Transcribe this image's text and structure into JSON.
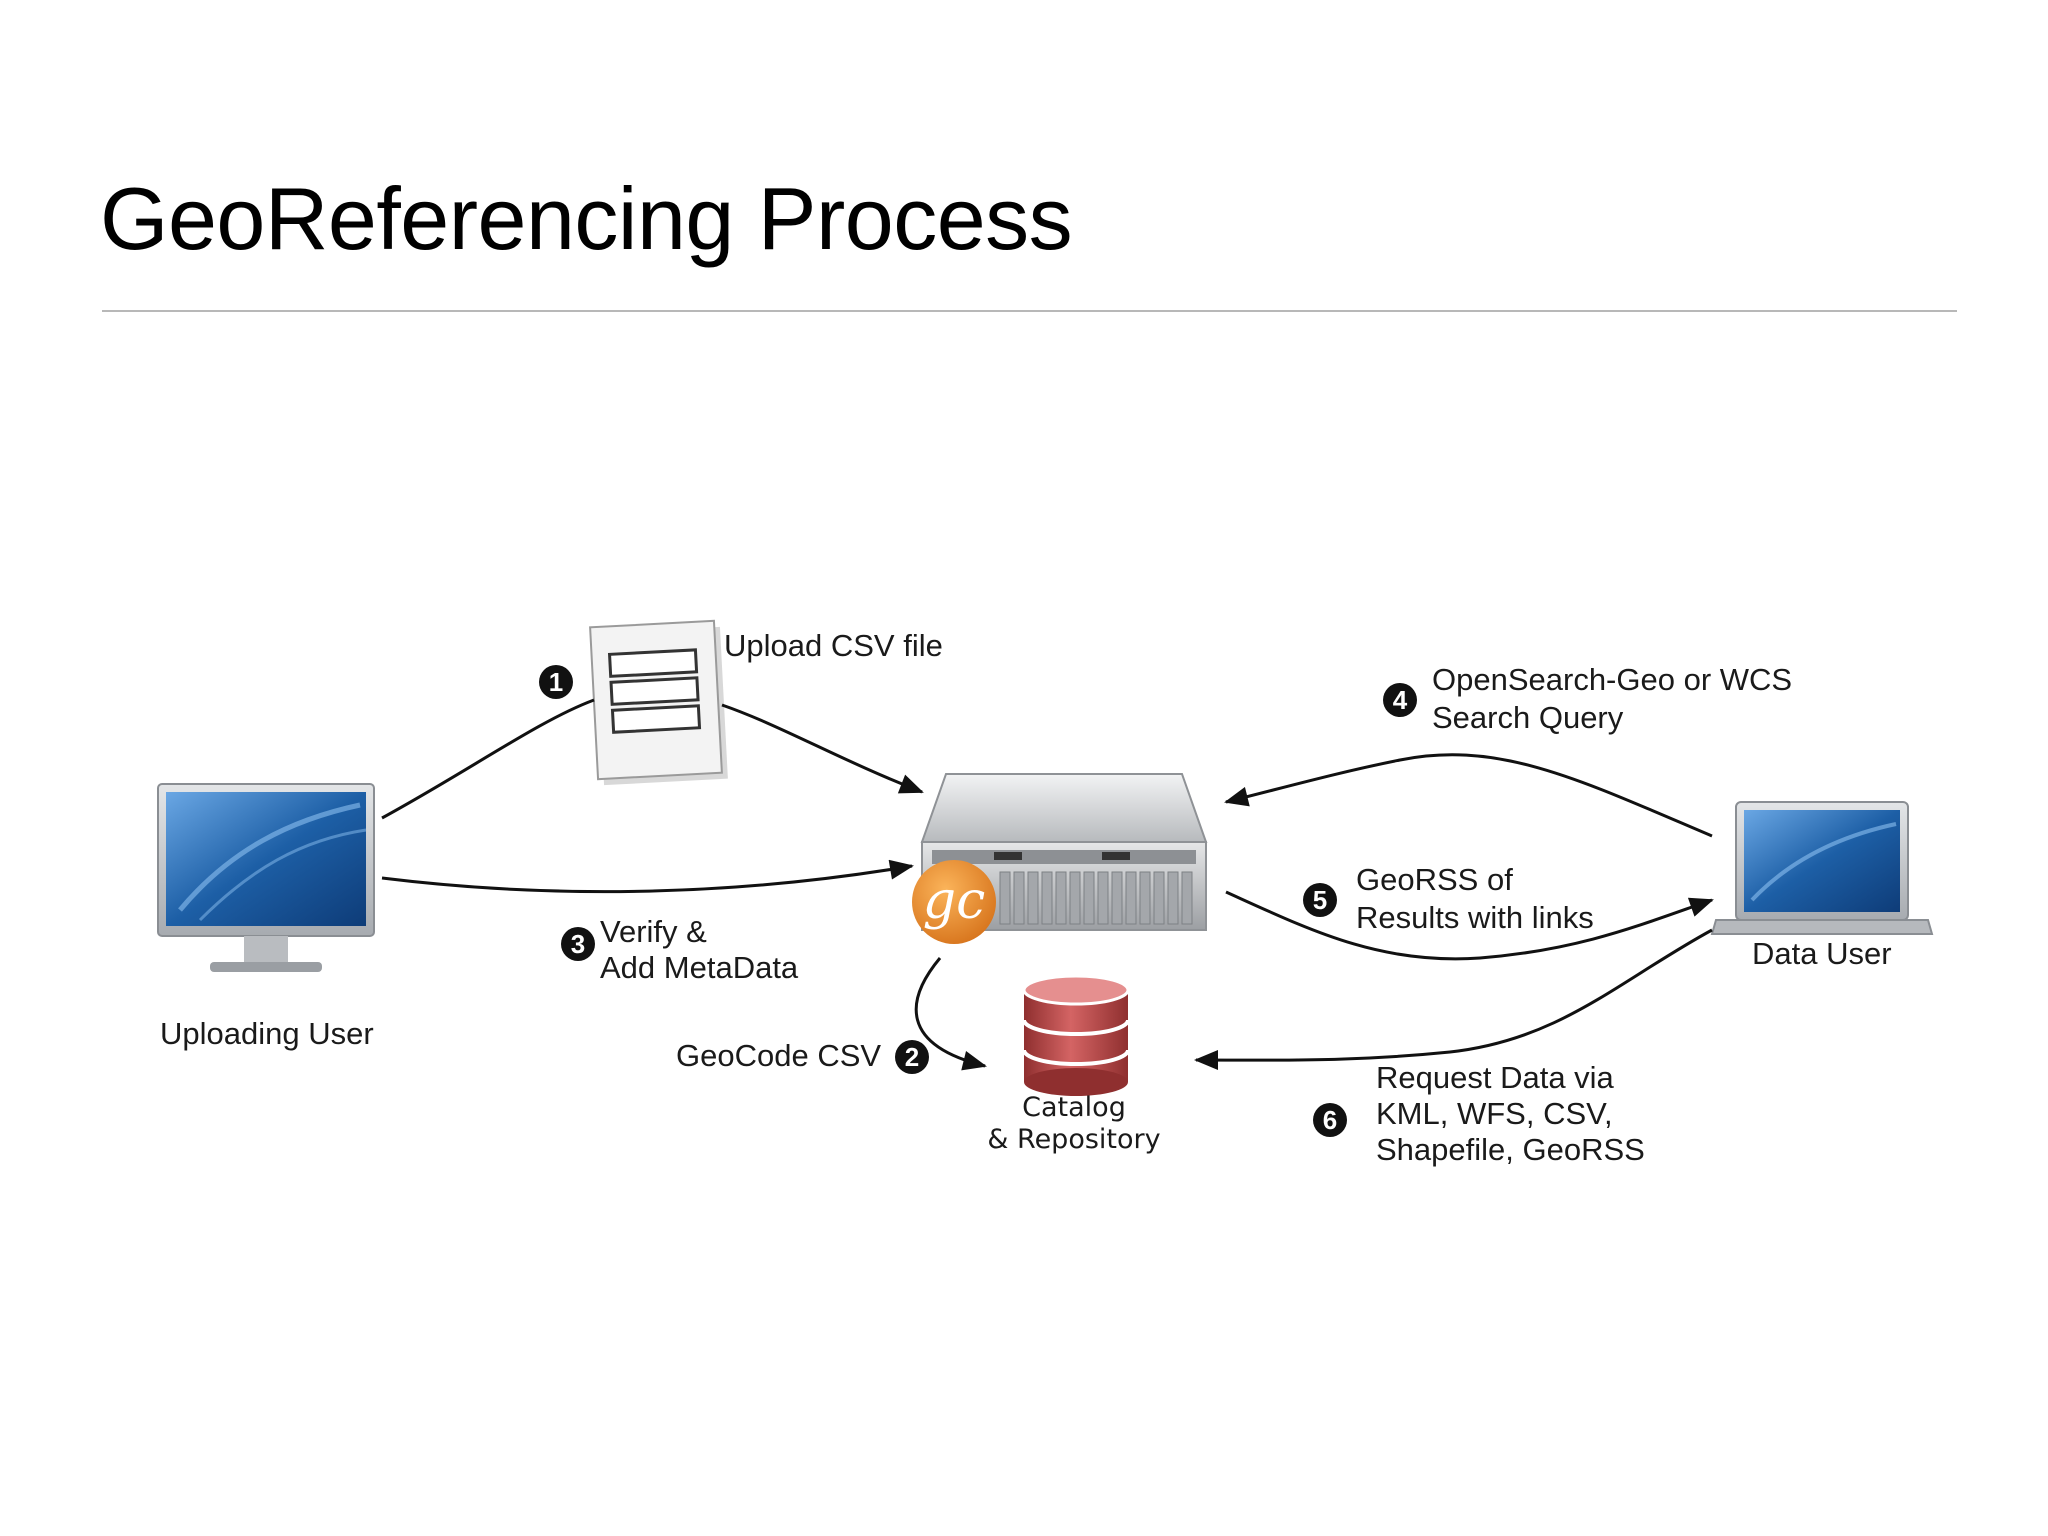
{
  "title": "GeoReferencing Process",
  "nodes": {
    "uploading_user": "Uploading User",
    "data_user": "Data User",
    "catalog_line1": "Catalog",
    "catalog_line2": "& Repository",
    "logo_text": "gc"
  },
  "steps": [
    {
      "number": "1",
      "lines": [
        "Upload CSV file"
      ]
    },
    {
      "number": "2",
      "lines": [
        "GeoCode CSV"
      ]
    },
    {
      "number": "3",
      "lines": [
        "Verify &",
        "Add MetaData"
      ]
    },
    {
      "number": "4",
      "lines": [
        "OpenSearch-Geo or WCS",
        "Search Query"
      ]
    },
    {
      "number": "5",
      "lines": [
        "GeoRSS of",
        "Results with links"
      ]
    },
    {
      "number": "6",
      "lines": [
        "Request Data via",
        "KML, WFS, CSV,",
        "Shapefile, GeoRSS"
      ]
    }
  ],
  "colors": {
    "screen": "#1d5fa6",
    "server": "#c9cbcd",
    "database": "#b84545",
    "logo": "#e88a2a"
  }
}
